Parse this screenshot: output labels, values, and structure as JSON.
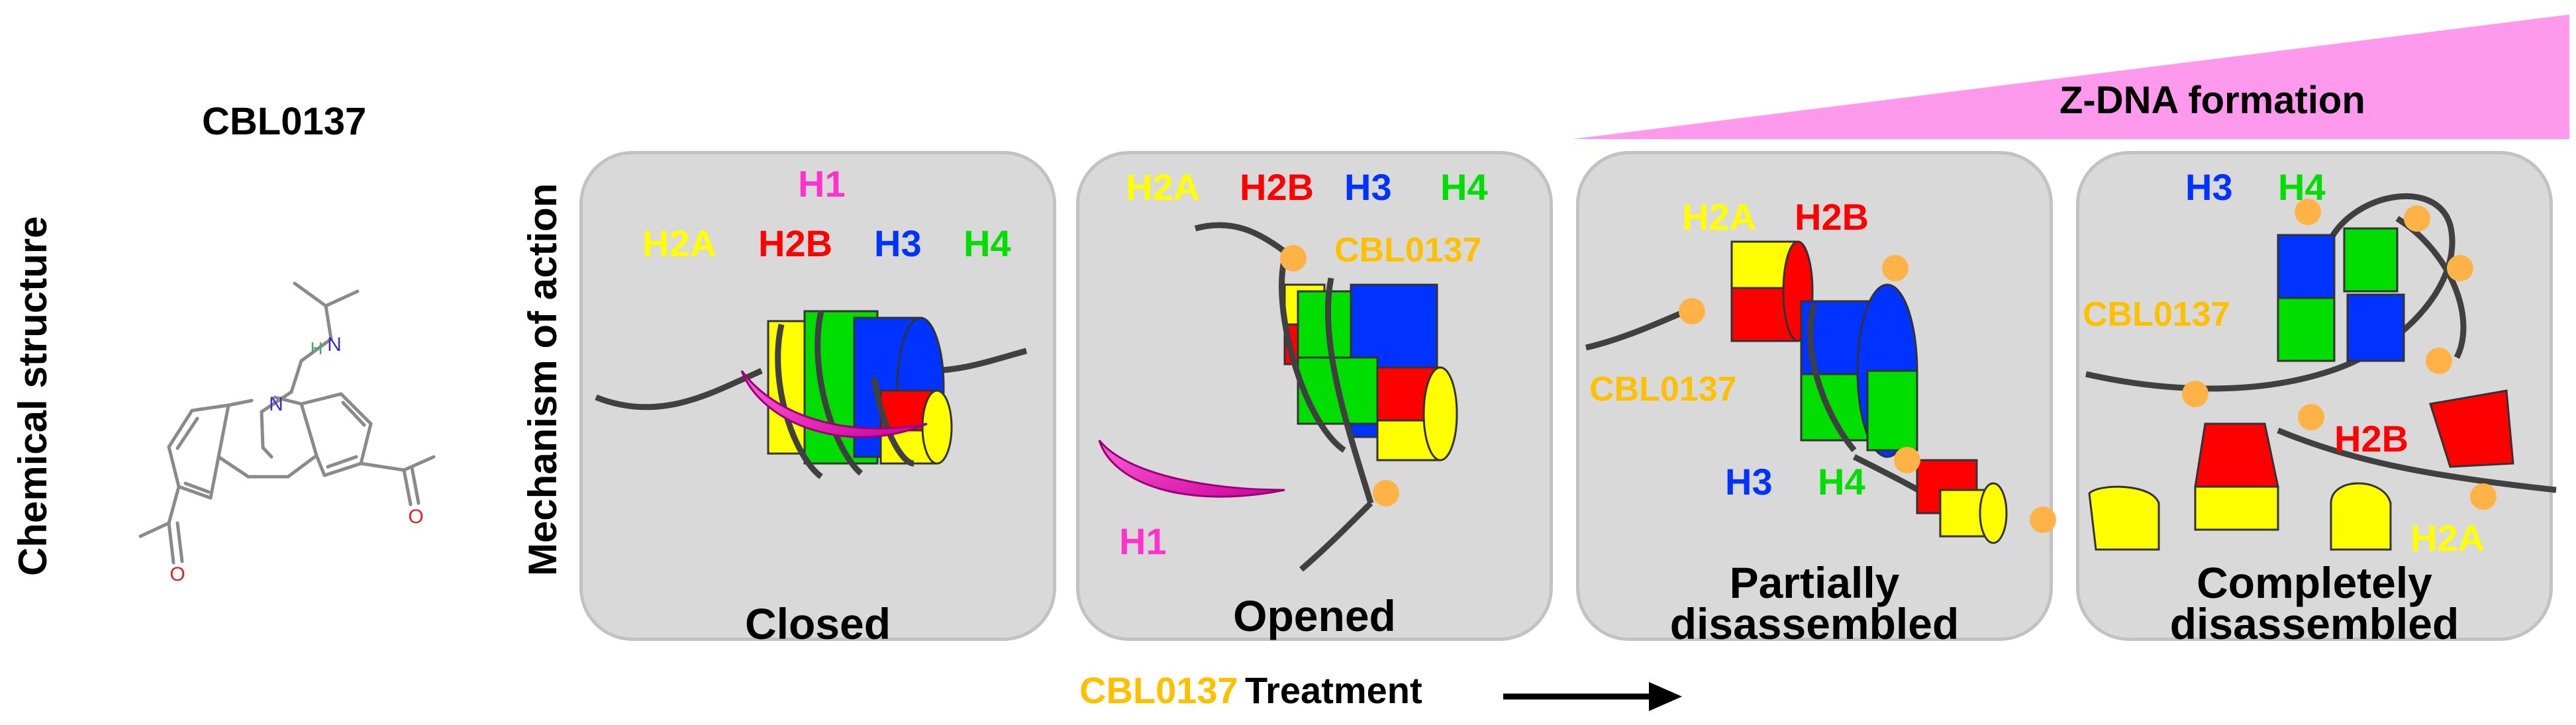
{
  "compound": {
    "name": "CBL0137",
    "side_label": "Chemical structure",
    "atoms": {
      "h": "H",
      "n_amine": "N",
      "n_ring": "N",
      "o1": "O",
      "o2": "O"
    }
  },
  "mechanism": {
    "side_label": "Mechanism of action",
    "gradient_label": "Z-DNA formation",
    "treatment_drug": "CBL0137",
    "treatment_word": "Treatment"
  },
  "colors": {
    "H1": "#ff33cc",
    "H2A": "#ffff00",
    "H2B": "#ff0000",
    "H3": "#0033ff",
    "H4": "#00dd00",
    "drug": "#ffc000",
    "dna": "#404040",
    "panel": "#d9d9d9",
    "wedge": "#ff99ee",
    "bead": "#ffb347"
  },
  "panels": [
    {
      "state": "Closed",
      "labels": {
        "h1": "H1",
        "h2a": "H2A",
        "h2b": "H2B",
        "h3": "H3",
        "h4": "H4"
      }
    },
    {
      "state": "Opened",
      "labels": {
        "h2a": "H2A",
        "h2b": "H2B",
        "h3": "H3",
        "h4": "H4",
        "drug": "CBL0137",
        "h1": "H1"
      }
    },
    {
      "state_line1": "Partially",
      "state_line2": "disassembled",
      "labels": {
        "h2a": "H2A",
        "h2b": "H2B",
        "drug": "CBL0137",
        "h3": "H3",
        "h4": "H4"
      }
    },
    {
      "state_line1": "Completely",
      "state_line2": "disassembled",
      "labels": {
        "h3": "H3",
        "h4": "H4",
        "drug": "CBL0137",
        "h2b": "H2B",
        "h2a": "H2A"
      }
    }
  ]
}
